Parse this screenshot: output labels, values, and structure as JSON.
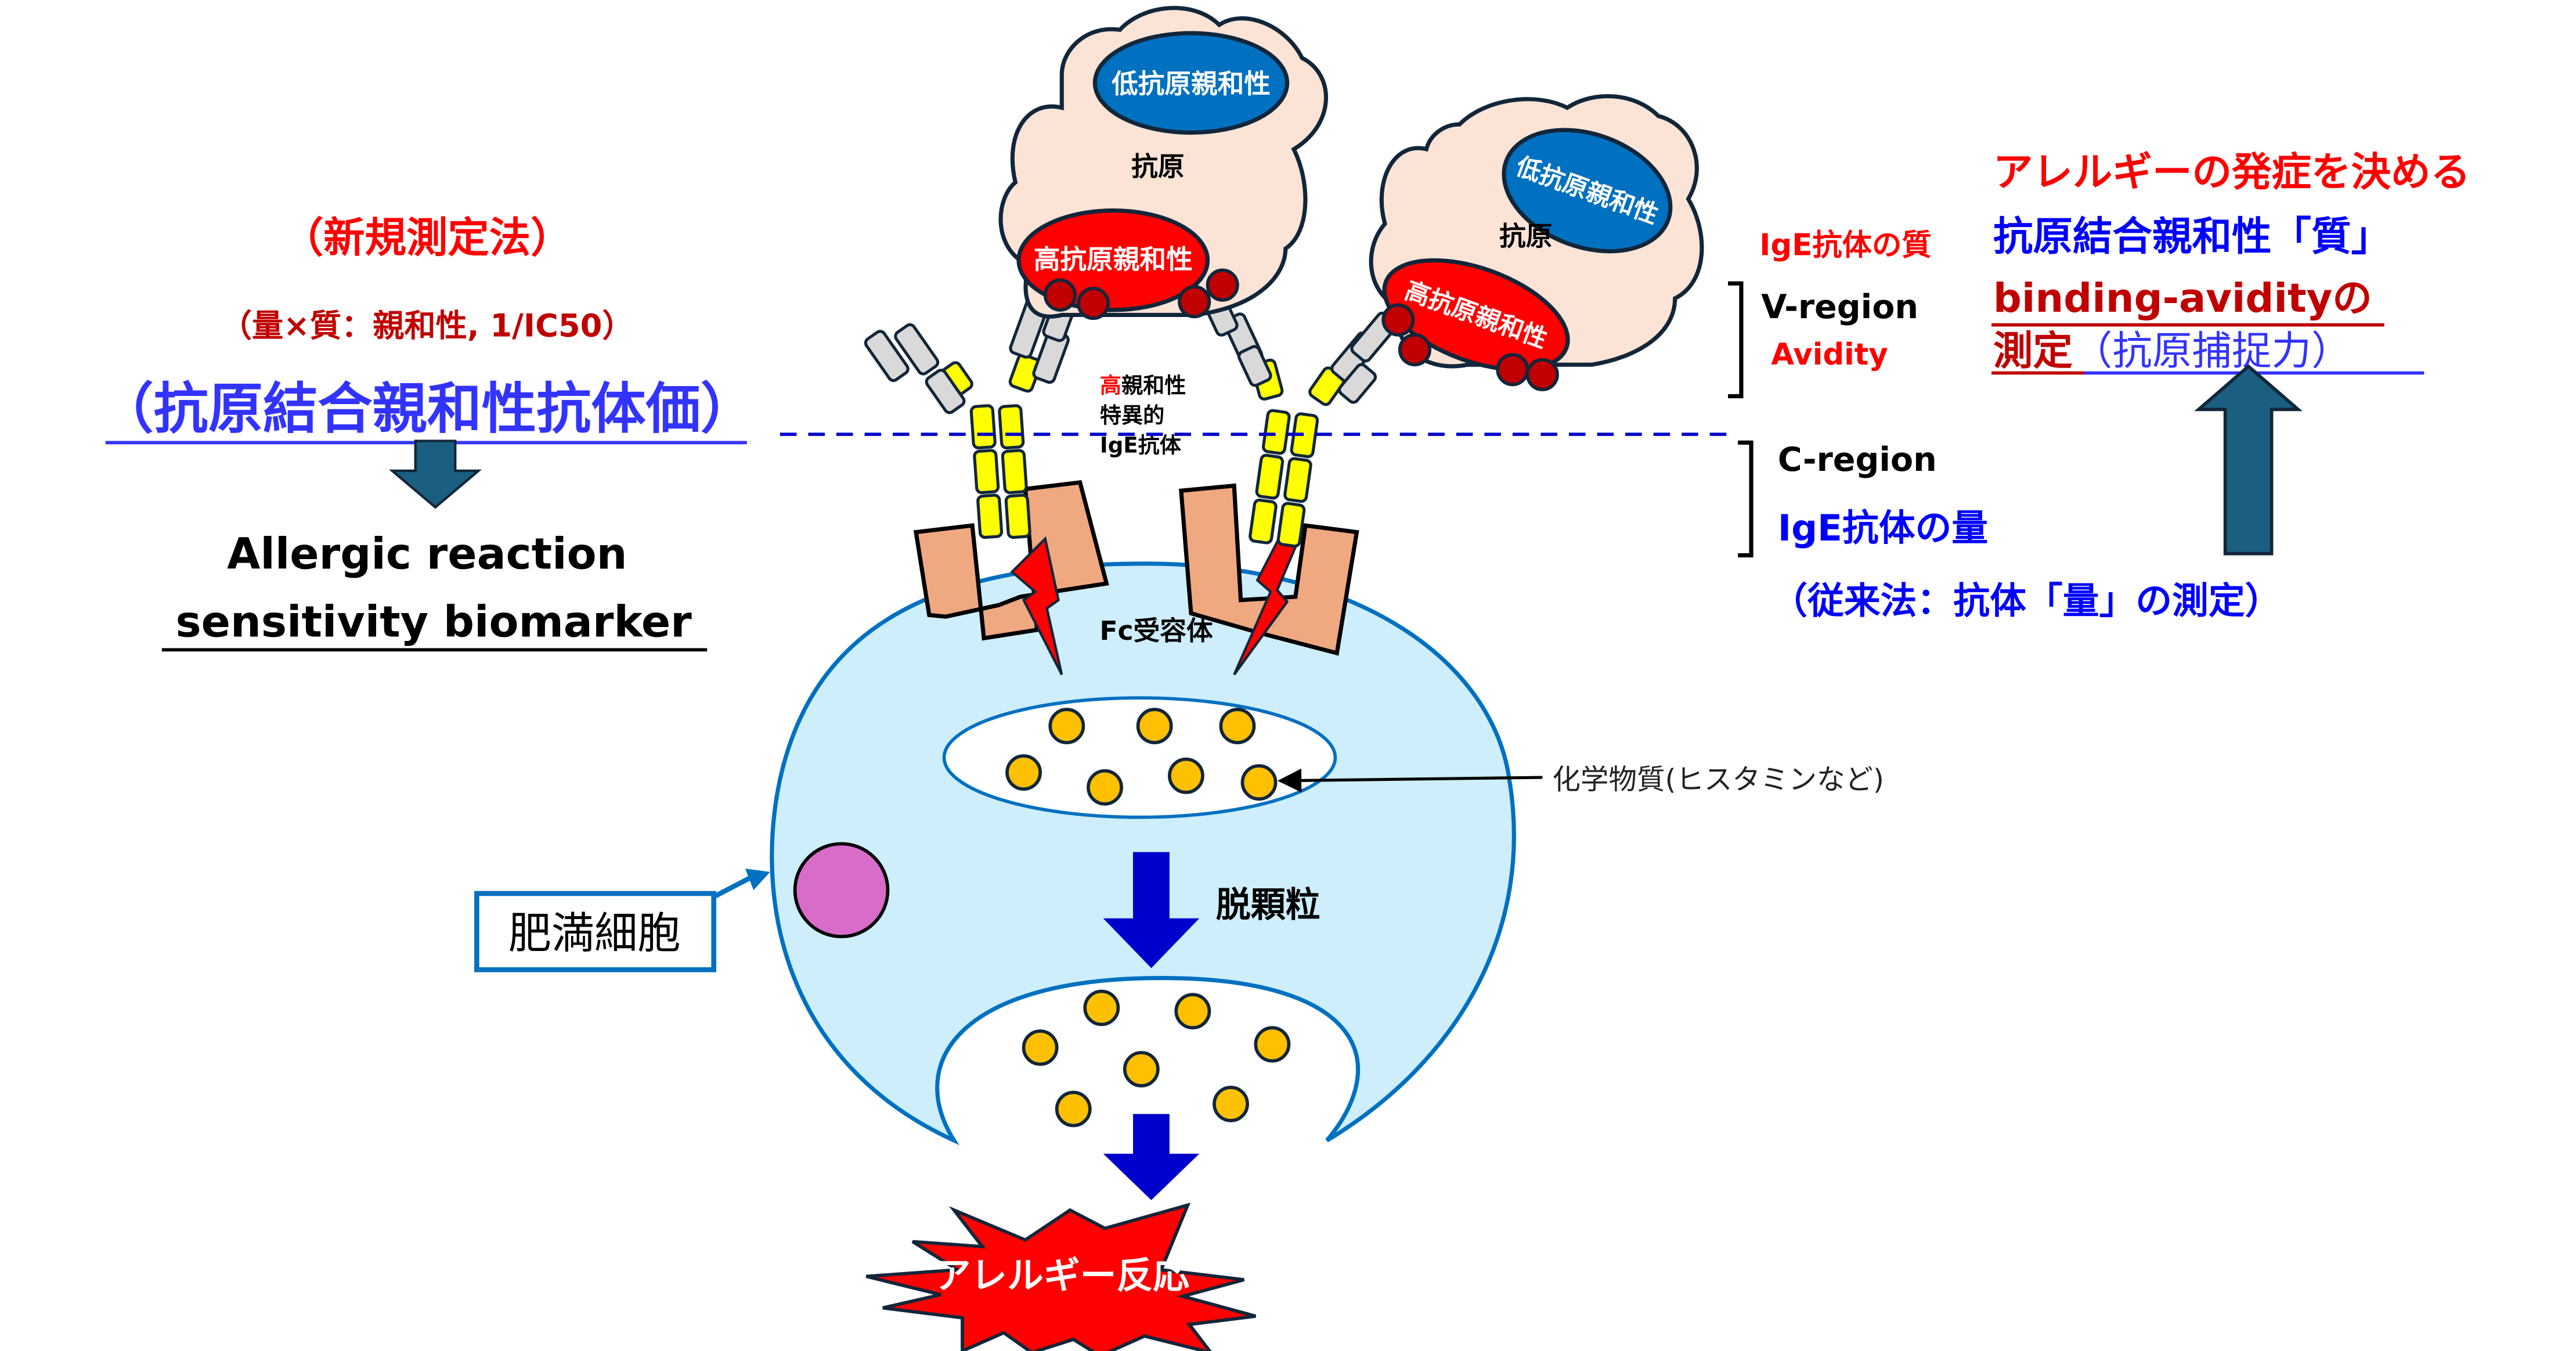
{
  "left": {
    "new_method": "（新規測定法）",
    "formula": "（量×質：親和性, 1/IC50）",
    "titer": "（抗原結合親和性抗体価）",
    "biomarker_line1": "Allergic reaction",
    "biomarker_line2": "sensitivity biomarker"
  },
  "antigens": [
    {
      "low_label": "低抗原親和性",
      "body_label": "抗原",
      "high_label": "高抗原親和性"
    },
    {
      "low_label": "低抗原親和性",
      "body_label": "抗原",
      "high_label": "高抗原親和性"
    }
  ],
  "antibody_label": {
    "line1_red": "高",
    "line1_rest": "親和性",
    "line2": "特異的",
    "line3": "IgE抗体"
  },
  "receptor_label": "Fc受容体",
  "regions": {
    "quality_label": "IgE抗体の質",
    "v_region": "V-region",
    "avidity": "Avidity",
    "c_region": "C-region",
    "quantity_label": "IgE抗体の量",
    "conventional": "（従来法：抗体「量」の測定）"
  },
  "right": {
    "line1": "アレルギーの発症を決める",
    "line2": "抗原結合親和性「質」",
    "line3": "binding-avidityの",
    "line4a": "測定",
    "line4b": "（抗原捕捉力）"
  },
  "cell": {
    "mast_cell_label": "肥満細胞",
    "chemical_label": "化学物質(ヒスタミンなど)",
    "degranulation": "脱顆粒",
    "reaction": "アレルギー反応"
  },
  "colors": {
    "red": "#ff0000",
    "dark_red": "#c00000",
    "blue": "#0000ff",
    "link_blue": "#3333ff",
    "cell_fill": "#cdeefa",
    "cell_stroke": "#0070c0",
    "antigen_fill": "#fbe3d6",
    "low_affinity": "#0070c0",
    "granule": "#ffc000",
    "receptor": "#f0a880",
    "antibody_chain": "#ffff00",
    "teal_arrow": "#1a5e80",
    "nav_arrow": "#0000cc",
    "nucleus": "#d86cc8"
  }
}
